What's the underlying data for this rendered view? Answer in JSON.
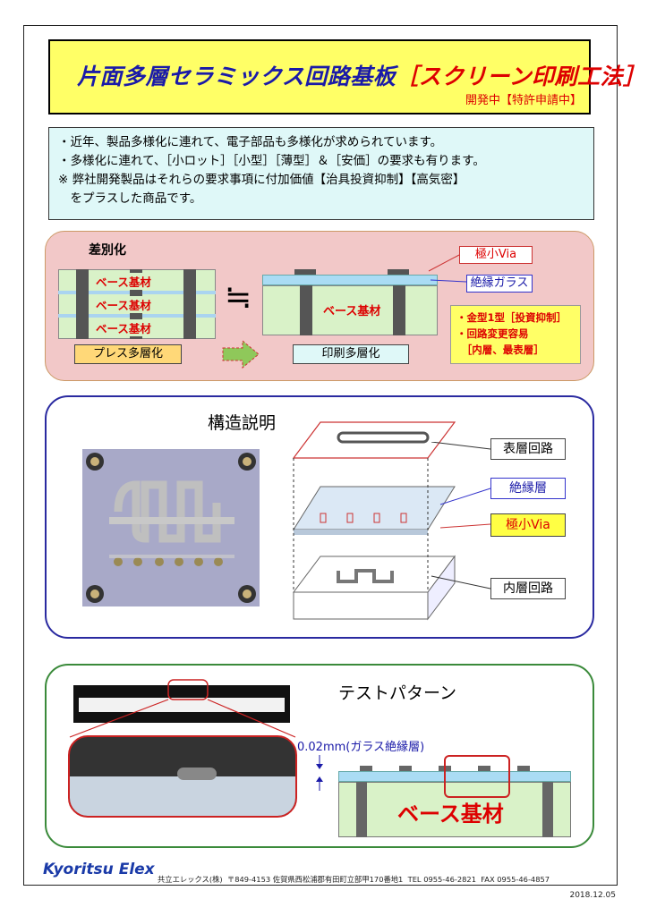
{
  "header": {
    "title_main": "片面多層セラミックス回路基板",
    "title_method": "［スクリーン印刷工法］",
    "status": "開発中【特許申請中】"
  },
  "intro": {
    "line1": "・近年、製品多様化に連れて、電子部品も多様化が求められています。",
    "line2": "・多様化に連れて、［小ロット］［小型］［薄型］＆［安価］の要求も有ります。",
    "line3": "※ 弊社開発製品はそれらの要求事項に付加価値【治具投資抑制】【高気密】",
    "line4": "　をプラスした商品です。"
  },
  "differentiation": {
    "heading": "差別化",
    "base_material": "ベース基材",
    "press_label": "プレス多層化",
    "approx_symbol": "≒",
    "print_label": "印刷多層化",
    "via_label": "極小Via",
    "glass_label": "絶縁ガラス",
    "benefits": [
      "・金型1型［投資抑制］",
      "・回路変更容易",
      "　［内層、最表層］"
    ]
  },
  "structure": {
    "heading": "構造説明",
    "surface_circuit": "表層回路",
    "insulation_layer": "絶縁層",
    "micro_via": "極小Via",
    "inner_circuit": "内層回路"
  },
  "test_pattern": {
    "heading": "テストパターン",
    "thickness": "0.02mm(ガラス絶縁層)",
    "base_material": "ベース基材"
  },
  "footer": {
    "logo": "Kyoritsu Elex",
    "company": "共立エレックス(株)",
    "address": "〒849-4153 佐賀県西松浦郡有田町立部甲170番地1",
    "tel": "TEL 0955-46-2821",
    "fax": "FAX 0955-46-4857",
    "date": "2018.12.05"
  },
  "colors": {
    "title_bg": "#ffff66",
    "title_text": "#1a1aa8",
    "accent_red": "#dd0000",
    "intro_bg": "#dff8f8",
    "diff_bg": "#f2c8c8",
    "struct_border": "#2a2aa0",
    "test_border": "#3a8a3a"
  }
}
